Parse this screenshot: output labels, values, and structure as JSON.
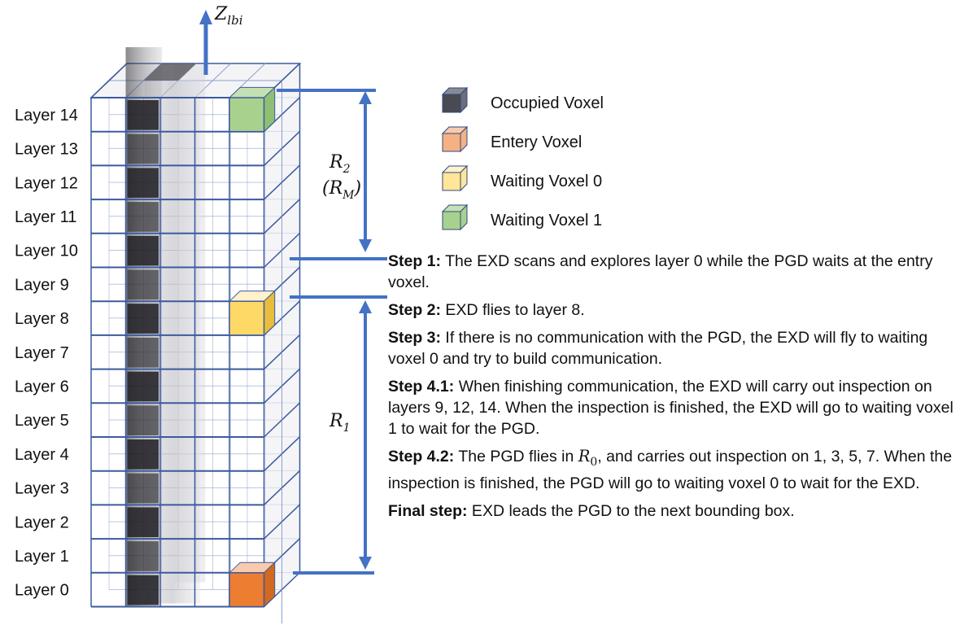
{
  "axis": {
    "label": "Z",
    "sub": "lbi"
  },
  "layers": [
    "Layer 14",
    "Layer 13",
    "Layer 12",
    "Layer 11",
    "Layer 10",
    "Layer 9",
    "Layer 8",
    "Layer 7",
    "Layer 6",
    "Layer 5",
    "Layer 4",
    "Layer 3",
    "Layer 2",
    "Layer 1",
    "Layer 0"
  ],
  "regions": {
    "r2": {
      "main": "R",
      "sub": "2",
      "alt_main": "(R",
      "alt_sub": "M",
      "alt_close": ")"
    },
    "r1": {
      "main": "R",
      "sub": "1"
    }
  },
  "legend": [
    {
      "label": "Occupied Voxel",
      "color": "#6e6e78"
    },
    {
      "label": "Entery Voxel",
      "color": "#f4b183"
    },
    {
      "label": "Waiting Voxel 0",
      "color": "#ffe699"
    },
    {
      "label": "Waiting Voxel 1",
      "color": "#a9d18e"
    }
  ],
  "colors": {
    "accent": "#4472c4",
    "entry_fill": "#ed7d31",
    "wait0_fill": "#ffd966",
    "wait1_fill": "#a9d18e",
    "occupied": "#1c1c22"
  },
  "steps": [
    {
      "title": "Step 1:",
      "text": " The EXD scans and explores layer 0 while the PGD waits at the entry voxel."
    },
    {
      "title": "Step 2:",
      "text": " EXD flies to layer 8."
    },
    {
      "title": "Step 3:",
      "text": " If there is no communication with the PGD, the EXD will fly to waiting voxel 0 and try to build communication."
    },
    {
      "title": "Step 4.1:",
      "text": " When finishing communication, the EXD will carry out inspection on layers 9, 12, 14. When the inspection is finished, the EXD will go to waiting voxel 1 to wait for the PGD."
    },
    {
      "title": "Step 4.2:",
      "pre": " The PGD flies in ",
      "math": "R",
      "math_sub": "0",
      "text": ", and carries out inspection on 1, 3, 5, 7. When the inspection is finished, the PGD will go to waiting voxel 0 to wait for the EXD."
    },
    {
      "title": "Final step:",
      "text": " EXD leads the PGD to the next bounding box."
    }
  ]
}
